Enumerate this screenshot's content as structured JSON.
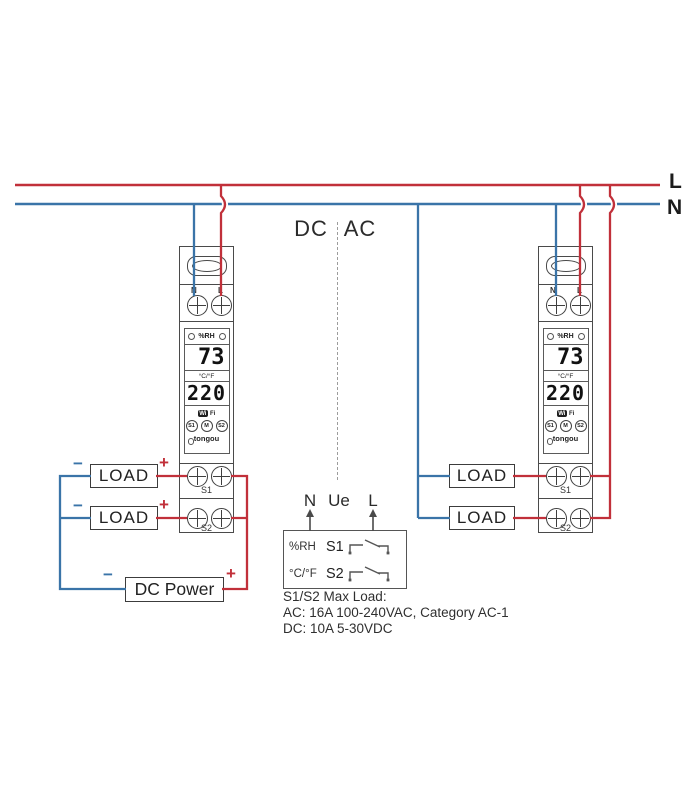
{
  "colors": {
    "wire_red": "#c1303a",
    "wire_blue": "#3a74a8",
    "pin_dark": "#4a4a4a"
  },
  "bus": {
    "l_label": "L",
    "n_label": "N"
  },
  "zones": {
    "dc": "DC",
    "ac": "AC"
  },
  "device": {
    "n_terminal": "N",
    "l_terminal": "L",
    "rh_label": "%RH",
    "rh_value": "73",
    "temp_label": "°C/°F",
    "temp_value": "220",
    "wifi_wi": "Wi",
    "wifi_fi": "Fi",
    "btn_s1": "S1",
    "btn_m": "M",
    "btn_s2": "S2",
    "brand": "tongou",
    "s1_label": "S1",
    "s2_label": "S2"
  },
  "left_circuit": {
    "load1": "LOAD",
    "load2": "LOAD",
    "dc_power": "DC Power",
    "plus": "+",
    "minus": "−"
  },
  "right_circuit": {
    "load1": "LOAD",
    "load2": "LOAD"
  },
  "spec": {
    "pin_n": "N",
    "pin_ue": "Ue",
    "pin_l": "L",
    "row1_label": "%RH",
    "row1_channel": "S1",
    "row2_label": "°C/°F",
    "row2_channel": "S2",
    "note1": "S1/S2 Max Load:",
    "note2": "AC: 16A 100-240VAC, Category AC-1",
    "note3": "DC: 10A 5-30VDC"
  }
}
